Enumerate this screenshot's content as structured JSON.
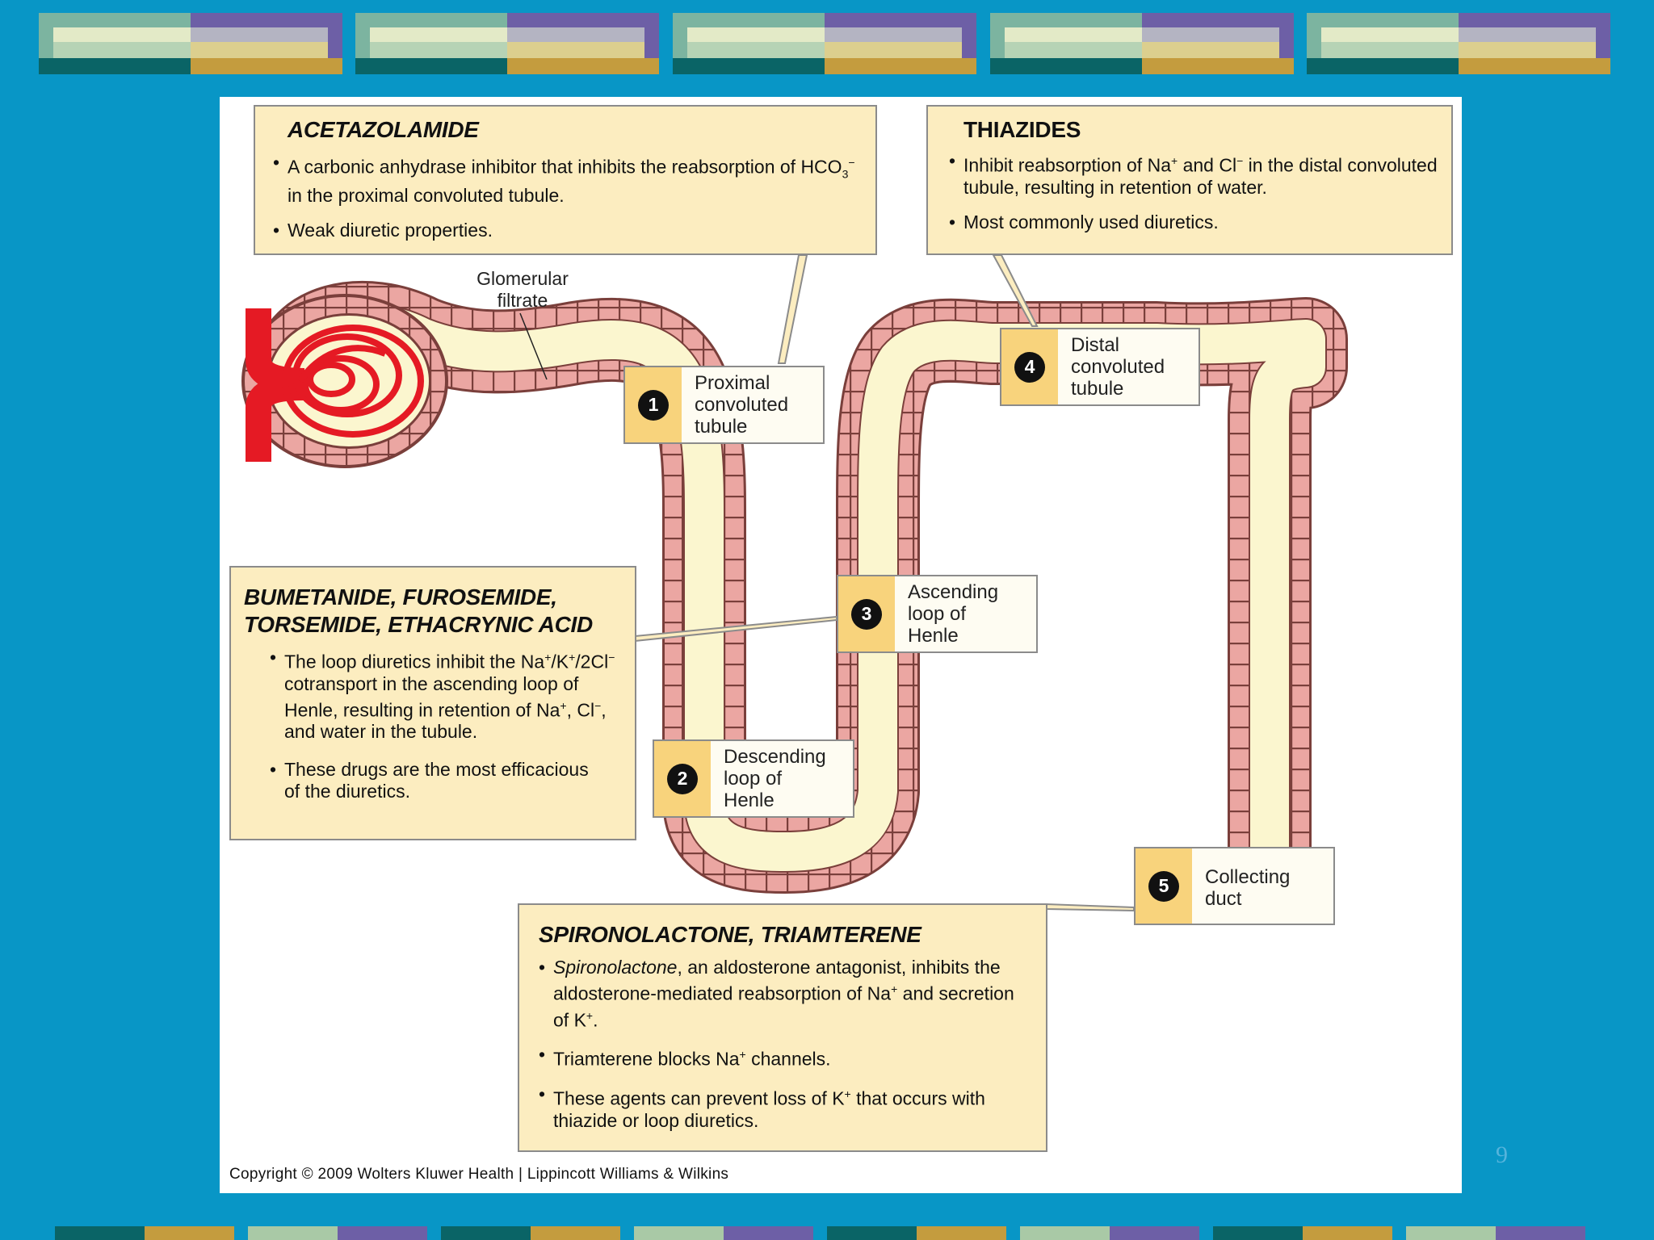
{
  "slide": {
    "page_number": "9",
    "copyright": "Copyright © 2009 Wolters Kluwer Health | Lippincott Williams & Wilkins",
    "colors": {
      "background": "#0896c6",
      "callout_fill": "#fcedc0",
      "badge_fill": "#f8d37c",
      "tubule_wall": "#e89a96",
      "tubule_lumen": "#fbf6cf",
      "vessel": "#e51a24"
    }
  },
  "callouts": {
    "acetazolamide": {
      "title": "ACETAZOLAMIDE",
      "b1_pre": "A carbonic anhydrase inhibitor that inhibits the reabsorption of HCO",
      "b1_sub": "3",
      "b1_sup": "−",
      "b1_post": " in the proximal convoluted tubule.",
      "b2": "Weak diuretic properties."
    },
    "thiazides": {
      "title": "THIAZIDES",
      "b1_pre": "Inhibit reabsorption of Na",
      "b1_sup1": "+",
      "b1_mid": " and Cl",
      "b1_sup2": "−",
      "b1_post": " in the distal convoluted tubule, resulting in retention of water.",
      "b2": "Most commonly used diuretics."
    },
    "loop": {
      "title": "BUMETANIDE, FUROSEMIDE, TORSEMIDE, ETHACRYNIC ACID",
      "b1_pre": "The loop diuretics inhibit the Na",
      "b1_sup1": "+",
      "b1_mid1": "/K",
      "b1_sup2": "+",
      "b1_mid2": "/2Cl",
      "b1_sup3": "−",
      "b1_mid3": "  cotransport in the ascending loop of Henle, resulting in retention of Na",
      "b1_sup4": "+",
      "b1_mid4": ", Cl",
      "b1_sup5": "−",
      "b1_post": ", and water in the tubule.",
      "b2": "These drugs are the most efficacious of the diuretics."
    },
    "spironolactone": {
      "title": "SPIRONOLACTONE, TRIAMTERENE",
      "b1_italic": "Spironolactone",
      "b1_mid": ", an aldosterone antagonist, inhibits the aldosterone-mediated reabsorption of Na",
      "b1_sup1": "+",
      "b1_mid2": " and secretion of K",
      "b1_sup2": "+",
      "b1_post": ".",
      "b2_pre": "Triamterene blocks Na",
      "b2_sup": "+",
      "b2_post": " channels.",
      "b3_pre": "These agents can prevent loss of K",
      "b3_sup": "+",
      "b3_post": " that occurs with thiazide or loop diuretics."
    }
  },
  "segments": [
    {
      "number": "1",
      "label": "Proximal\nconvoluted\ntubule"
    },
    {
      "number": "2",
      "label": "Descending\nloop of\nHenle"
    },
    {
      "number": "3",
      "label": "Ascending\nloop of\nHenle"
    },
    {
      "number": "4",
      "label": "Distal\nconvoluted\ntubule"
    },
    {
      "number": "5",
      "label": "Collecting\nduct"
    }
  ],
  "glomerular_label": "Glomerular\nfiltrate"
}
